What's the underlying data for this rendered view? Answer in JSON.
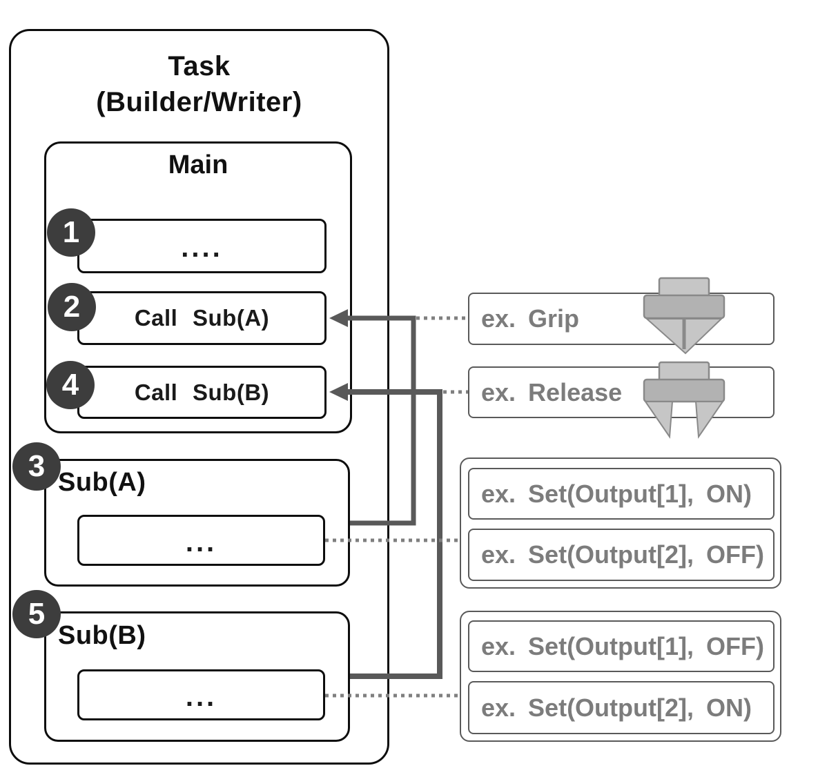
{
  "task": {
    "title_line1": "Task",
    "title_line2": "(Builder/Writer)"
  },
  "main": {
    "title": "Main",
    "steps": [
      {
        "num": "1",
        "label": "...."
      },
      {
        "num": "2",
        "label": "Call Sub(A)"
      },
      {
        "num": "4",
        "label": "Call Sub(B)"
      }
    ]
  },
  "subs": [
    {
      "num": "3",
      "name": "Sub(A)",
      "body": "..."
    },
    {
      "num": "5",
      "name": "Sub(B)",
      "body": "..."
    }
  ],
  "examples": {
    "grip": {
      "label": "ex. Grip",
      "icon": "gripper-closed-icon"
    },
    "release": {
      "label": "ex. Release",
      "icon": "gripper-open-icon"
    },
    "sub_a": [
      "ex. Set(Output[1], ON)",
      "ex. Set(Output[2], OFF)"
    ],
    "sub_b": [
      "ex. Set(Output[1], OFF)",
      "ex. Set(Output[2], ON)"
    ]
  },
  "colors": {
    "step_circle": "#3d3d3d",
    "connector": "#595959",
    "dotted_line": "#7f7f7f",
    "muted_text": "#7c7c7c",
    "gray_border": "#595959",
    "icon_fill_light": "#c6c6c6",
    "icon_fill_dark": "#b2b2b2"
  }
}
